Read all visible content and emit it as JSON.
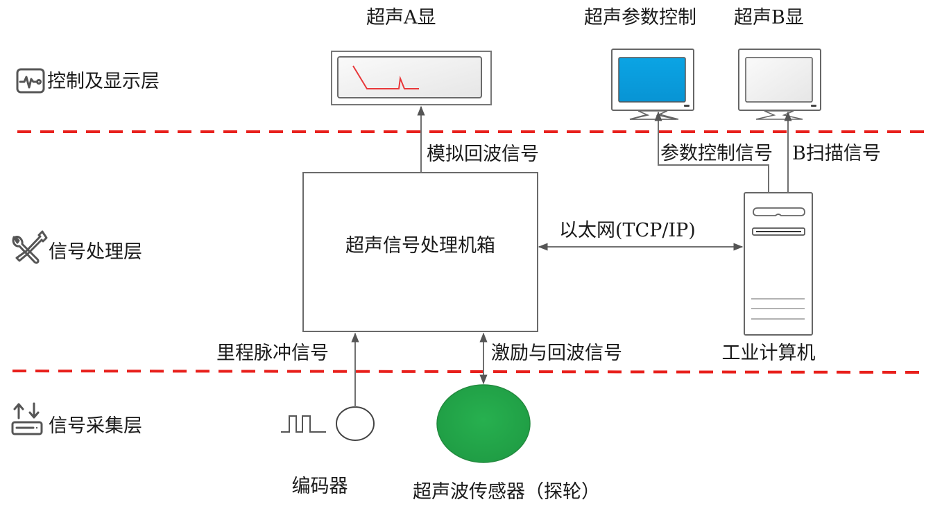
{
  "layers": [
    {
      "id": "control-display",
      "label": "控制及显示层",
      "icon": "waveform-monitor-icon"
    },
    {
      "id": "signal-processing",
      "label": "信号处理层",
      "icon": "wrench-screwdriver-icon"
    },
    {
      "id": "signal-acquisition",
      "label": "信号采集层",
      "icon": "upload-download-tray-icon"
    }
  ],
  "devices": {
    "a_scan_display": {
      "label": "超声A显"
    },
    "param_control_monitor": {
      "label": "超声参数控制"
    },
    "b_scan_monitor": {
      "label": "超声B显"
    },
    "processing_chassis": {
      "label": "超声信号处理机箱"
    },
    "industrial_computer": {
      "label": "工业计算机"
    },
    "encoder": {
      "label": "编码器"
    },
    "ultrasonic_sensor": {
      "label": "超声波传感器（探轮）"
    }
  },
  "signals": {
    "analog_echo": "模拟回波信号",
    "param_control": "参数控制信号",
    "b_scan": "B扫描信号",
    "ethernet": "以太网(TCP/IP)",
    "mileage_pulse": "里程脉冲信号",
    "excitation_echo": "激励与回波信号"
  },
  "colors": {
    "layer_divider": "#e8201c",
    "monitor_screen_blue": "#0a9fe0",
    "sensor_green": "#22a84a",
    "a_scan_trace": "#e8383a"
  }
}
